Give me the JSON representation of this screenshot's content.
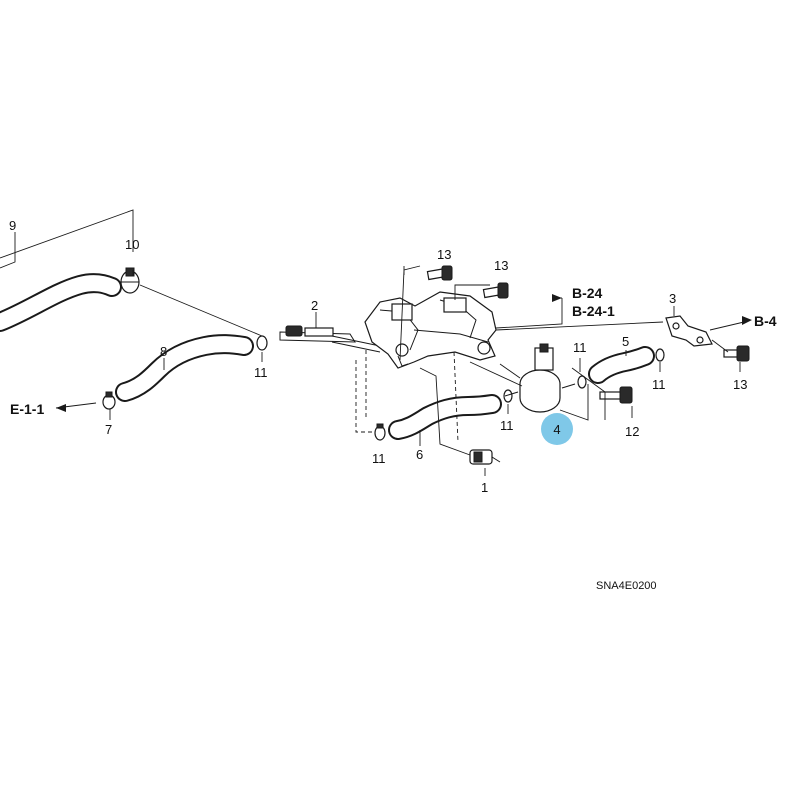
{
  "diagram": {
    "callouts": [
      "1",
      "2",
      "3",
      "4",
      "5",
      "6",
      "7",
      "8",
      "9",
      "10",
      "11",
      "11",
      "11",
      "11",
      "11",
      "12",
      "13",
      "13",
      "13"
    ],
    "refs": {
      "e11": "E-1-1",
      "b24": "B-24",
      "b241": "B-24-1",
      "b4": "B-4"
    },
    "code": "SNA4E0200",
    "highlight": {
      "label": "4",
      "color": "#7fc8e8"
    }
  }
}
